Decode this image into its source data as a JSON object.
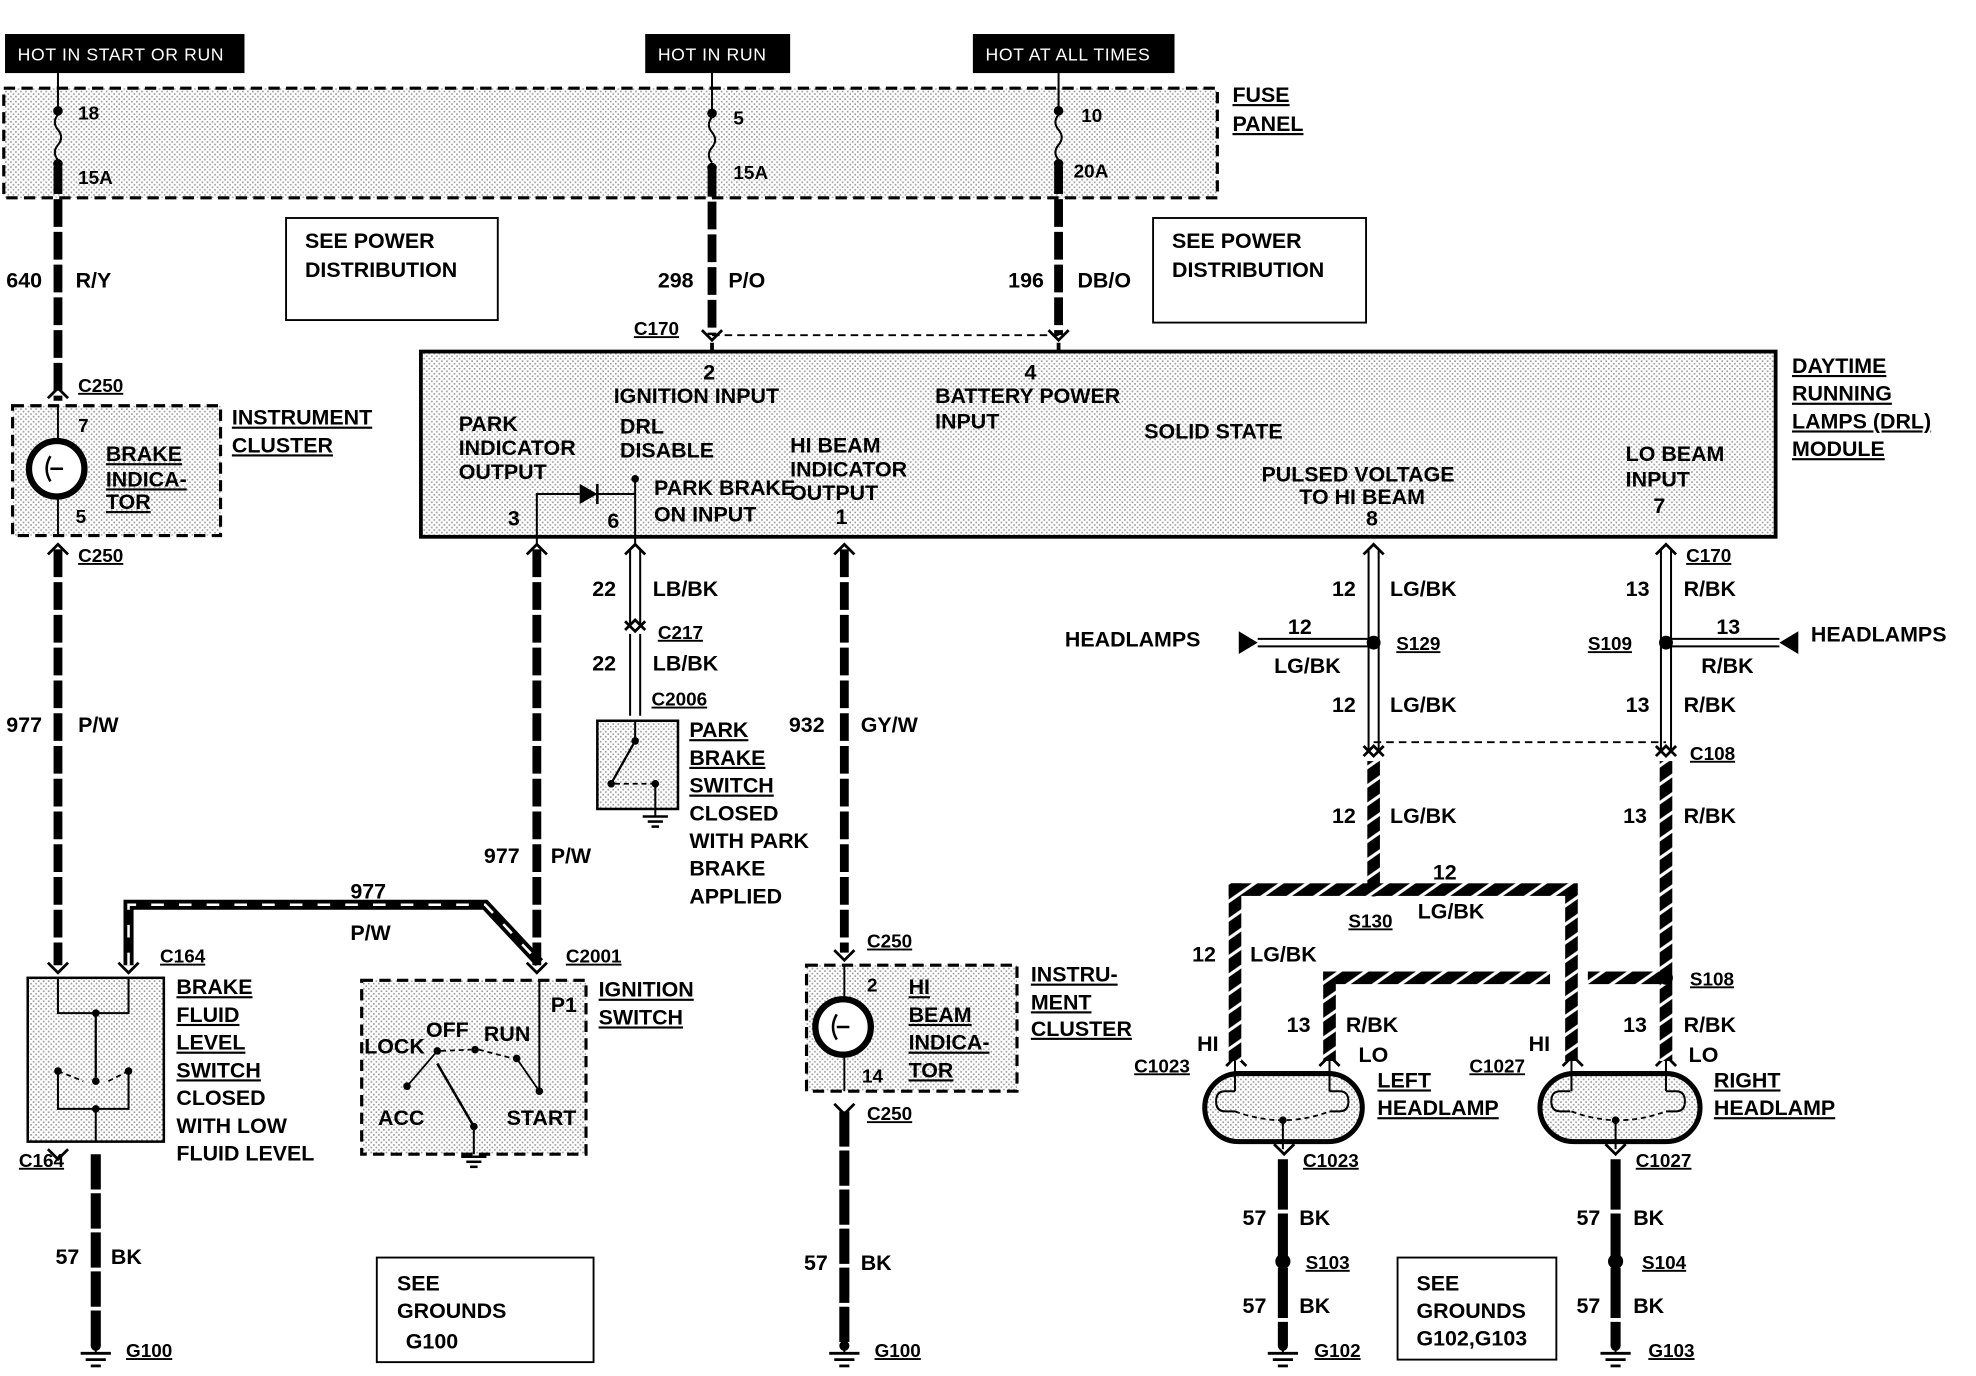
{
  "supply_tags": [
    {
      "id": "start-run",
      "text": "HOT IN START OR RUN"
    },
    {
      "id": "run",
      "text": "HOT IN RUN"
    },
    {
      "id": "all-times",
      "text": "HOT AT ALL TIMES"
    }
  ],
  "fuse_panel": {
    "label_line1": "FUSE",
    "label_line2": "PANEL",
    "fuses": [
      {
        "number": "18",
        "rating": "15A"
      },
      {
        "number": "5",
        "rating": "15A"
      },
      {
        "number": "10",
        "rating": "20A"
      }
    ]
  },
  "see_boxes": {
    "power_left": {
      "line1": "SEE POWER",
      "line2": "DISTRIBUTION"
    },
    "power_right": {
      "line1": "SEE POWER",
      "line2": "DISTRIBUTION"
    },
    "grounds_left": {
      "line1": "SEE",
      "line2": "GROUNDS",
      "line3": "G100"
    },
    "grounds_right": {
      "line1": "SEE",
      "line2": "GROUNDS",
      "line3": "G102,G103"
    }
  },
  "wires": {
    "w640": {
      "circuit": "640",
      "color": "R/Y"
    },
    "w298": {
      "circuit": "298",
      "color": "P/O"
    },
    "w196": {
      "circuit": "196",
      "color": "DB/O"
    },
    "w977a": {
      "circuit": "977",
      "color": "P/W"
    },
    "w977b": {
      "circuit": "977",
      "color": "P/W"
    },
    "w977c": {
      "circuit": "977",
      "color": "P/W"
    },
    "w22a": {
      "circuit": "22",
      "color": "LB/BK"
    },
    "w22b": {
      "circuit": "22",
      "color": "LB/BK"
    },
    "w932": {
      "circuit": "932",
      "color": "GY/W"
    },
    "w12a": {
      "circuit": "12",
      "color": "LG/BK"
    },
    "w12hl": {
      "circuit": "12",
      "color": "LG/BK"
    },
    "w12b": {
      "circuit": "12",
      "color": "LG/BK"
    },
    "w12c": {
      "circuit": "12",
      "color": "LG/BK"
    },
    "w12d": {
      "circuit": "12",
      "color": "LG/BK"
    },
    "w12e": {
      "circuit": "12",
      "color": "LG/BK"
    },
    "w13a": {
      "circuit": "13",
      "color": "R/BK"
    },
    "w13hl": {
      "circuit": "13",
      "color": "R/BK"
    },
    "w13b": {
      "circuit": "13",
      "color": "R/BK"
    },
    "w13c": {
      "circuit": "13",
      "color": "R/BK"
    },
    "w13d": {
      "circuit": "13",
      "color": "R/BK"
    },
    "w13e": {
      "circuit": "13",
      "color": "R/BK"
    },
    "w57a": {
      "circuit": "57",
      "color": "BK"
    },
    "w57b": {
      "circuit": "57",
      "color": "BK"
    },
    "w57c": {
      "circuit": "57",
      "color": "BK"
    },
    "w57c2": {
      "circuit": "57",
      "color": "BK"
    },
    "w57d": {
      "circuit": "57",
      "color": "BK"
    },
    "w57d2": {
      "circuit": "57",
      "color": "BK"
    }
  },
  "connectors": {
    "c170a": "C170",
    "c170b": "C170",
    "c250a": "C250",
    "c250b": "C250",
    "c250c": "C250",
    "c250d": "C250",
    "c164a": "C164",
    "c164b": "C164",
    "c217": "C217",
    "c2006": "C2006",
    "c2001": "C2001",
    "c108": "C108",
    "c1023a": "C1023",
    "c1023b": "C1023",
    "c1027a": "C1027",
    "c1027b": "C1027"
  },
  "splices": {
    "s129": "S129",
    "s109": "S109",
    "s130": "S130",
    "s108": "S108",
    "s103": "S103",
    "s104": "S104"
  },
  "grounds": {
    "g100a": "G100",
    "g100b": "G100",
    "g102": "G102",
    "g103": "G103"
  },
  "drl_module": {
    "title": [
      "DAYTIME",
      "RUNNING",
      "LAMPS (DRL)",
      "MODULE"
    ],
    "type": "SOLID STATE",
    "pin2": {
      "num": "2",
      "label": "IGNITION INPUT"
    },
    "pin4": {
      "num": "4",
      "line1": "BATTERY POWER",
      "line2": "INPUT"
    },
    "pin3": {
      "num": "3",
      "line1": "PARK",
      "line2": "INDICATOR",
      "line3": "OUTPUT"
    },
    "drl_disable": {
      "line1": "DRL",
      "line2": "DISABLE"
    },
    "pin6": {
      "num": "6",
      "line1": "PARK BRAKE",
      "line2": "ON INPUT"
    },
    "pin1": {
      "num": "1",
      "line1": "HI BEAM",
      "line2": "INDICATOR",
      "line3": "OUTPUT"
    },
    "pin8": {
      "num": "8",
      "line1": "PULSED VOLTAGE",
      "line2": "TO HI BEAM"
    },
    "pin7": {
      "num": "7",
      "line1": "LO BEAM",
      "line2": "INPUT"
    }
  },
  "instrument_cluster_top": {
    "label_line1": "INSTRUMENT",
    "label_line2": "CLUSTER",
    "lamp_line1": "BRAKE",
    "lamp_line2": "INDICA-",
    "lamp_line3": "TOR",
    "pin_top": "7",
    "pin_bottom": "5"
  },
  "instrument_cluster_bottom": {
    "label_line1": "INSTRU-",
    "label_line2": "MENT",
    "label_line3": "CLUSTER",
    "lamp_line1": "HI",
    "lamp_line2": "BEAM",
    "lamp_line3": "INDICA-",
    "lamp_line4": "TOR",
    "pin_top": "2",
    "pin_bottom": "14"
  },
  "park_brake_switch": {
    "line1": "PARK",
    "line2": "BRAKE",
    "line3": "SWITCH",
    "line4": "CLOSED",
    "line5": "WITH PARK",
    "line6": "BRAKE",
    "line7": "APPLIED"
  },
  "brake_fluid_switch": {
    "line1": "BRAKE",
    "line2": "FLUID",
    "line3": "LEVEL",
    "line4": "SWITCH",
    "line5": "CLOSED",
    "line6": "WITH LOW",
    "line7": "FLUID LEVEL"
  },
  "ignition_switch": {
    "line1": "IGNITION",
    "line2": "SWITCH",
    "pin": "P1",
    "positions": {
      "lock": "LOCK",
      "off": "OFF",
      "run": "RUN",
      "acc": "ACC",
      "start": "START"
    }
  },
  "headlamps": {
    "left_feed": "HEADLAMPS",
    "right_feed": "HEADLAMPS",
    "left": {
      "line1": "LEFT",
      "line2": "HEADLAMP",
      "hi": "HI",
      "lo": "LO"
    },
    "right": {
      "line1": "RIGHT",
      "line2": "HEADLAMP",
      "hi": "HI",
      "lo": "LO"
    }
  }
}
